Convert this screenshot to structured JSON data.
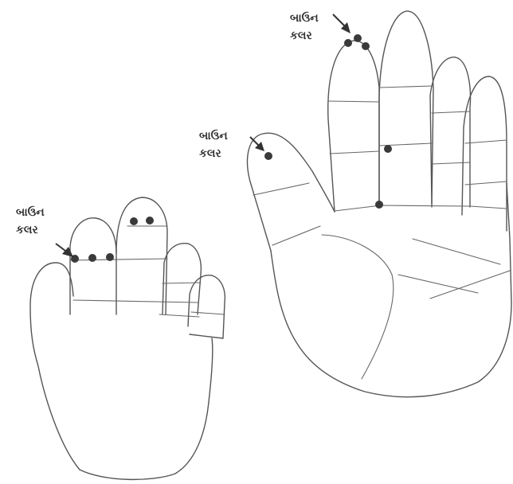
{
  "labels": {
    "small_hand_finger": {
      "line1": "બાઉન",
      "line2": "કલર"
    },
    "large_hand_middle": {
      "line1": "બાઉન",
      "line2": "કલર"
    },
    "large_hand_index": {
      "line1": "બાઉન",
      "line2": "કલર"
    }
  },
  "colors": {
    "outline": "#555555",
    "marker": "#3a3a3a"
  }
}
